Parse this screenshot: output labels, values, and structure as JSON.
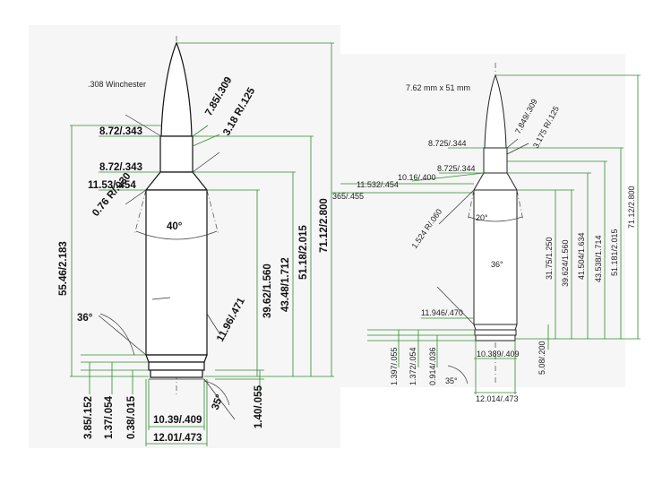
{
  "left": {
    "title": ".308 Winchester",
    "labels": {
      "d_7_85": "7.85/.309",
      "d_3_18": "3.18 R/.125",
      "d_8_72a": "8.72/.343",
      "d_8_72b": "8.72/.343",
      "d_11_53": "11.53/.454",
      "d_0_76": "0.76 R/.030",
      "angle_40": "40°",
      "d_55_46": "55.46/2.183",
      "d_39_62": "39.62/1.560",
      "d_43_48": "43.48/1.712",
      "d_51_18": "51.18/2.015",
      "d_71_12": "71.12/2.800",
      "angle_36": "36°",
      "d_11_96": "11.96/.471",
      "d_3_85": "3.85/.152",
      "d_1_37": "1.37/.054",
      "d_0_38": "0.38/.015",
      "d_10_39": "10.39/.409",
      "d_12_01": "12.01/.473",
      "angle_35": "35°",
      "d_1_40": "1.40/.055"
    }
  },
  "right": {
    "title": "7.62 mm x 51 mm",
    "labels": {
      "d_7_849": "7.849/.309",
      "d_3_175": "3.175 R/.125",
      "d_8_725a": "8.725/.344",
      "d_10_16": "10.16/.400",
      "d_8_725b": "8.725/.344",
      "d_11_532": "11.532/.454",
      "d_365": "365/.455",
      "d_1_524": "1.524 R/.060",
      "angle_20": "20°",
      "angle_36": "36°",
      "d_31_75": "31.75/1.250",
      "d_39_624": "39.624/1.560",
      "d_41_504": "41.504/1.634",
      "d_43_538": "43.538/1.714",
      "d_51_181": "51.181/2.015",
      "d_71_12": "71.12/2.800",
      "d_11_946": "11.946/.470",
      "d_1_397": "1.397/.055",
      "d_1_372": "1.372/.054",
      "d_0_914": "0.914/.036",
      "d_10_389": "10.389/.409",
      "d_5_08": "5.08/.200",
      "angle_35": "35°",
      "d_12_014": "12.014/.473"
    }
  }
}
